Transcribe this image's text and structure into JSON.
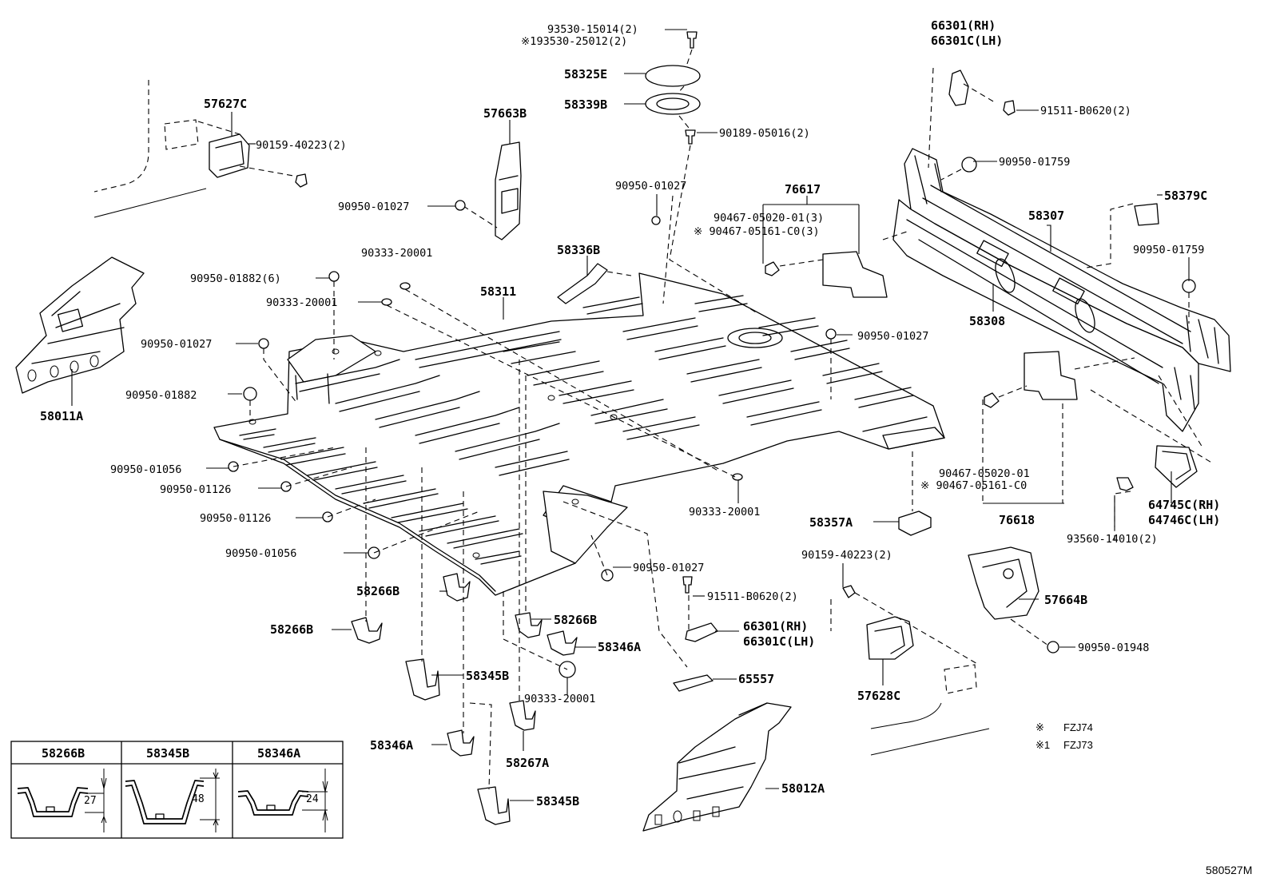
{
  "diagram": {
    "figure_code": "580527M",
    "notes": [
      {
        "mark": "※",
        "text": "FZJ74"
      },
      {
        "mark": "※1",
        "text": "FZJ73"
      }
    ],
    "labels": {
      "p93530_15014": "93530-15014(2)",
      "p93530_25012": "※193530-25012(2)",
      "p58325e": "58325E",
      "p58339b": "58339B",
      "p90189": "90189-05016(2)",
      "p66301_rh_top": "66301(RH)",
      "p66301c_lh_top": "66301C(LH)",
      "p91511_top": "91511-B0620(2)",
      "p90950_01759_a": "90950-01759",
      "p58379c": "58379C",
      "p58307": "58307",
      "p90950_01759_b": "90950-01759",
      "p58308": "58308",
      "p57627c": "57627C",
      "p90159_40223_a": "90159-40223(2)",
      "p57663b": "57663B",
      "p90950_01027_a": "90950-01027",
      "p90950_01027_b": "90950-01027",
      "p76617": "76617",
      "p90467_a1": "90467-05020-01(3)",
      "p90467_a2": "※ 90467-05161-C0(3)",
      "p90333_a": "90333-20001",
      "p58336b": "58336B",
      "p90950_01882_6": "90950-01882(6)",
      "p90333_b": "90333-20001",
      "p58311": "58311",
      "p58011a": "58011A",
      "p90950_01027_c": "90950-01027",
      "p90950_01882": "90950-01882",
      "p90950_01027_d": "90950-01027",
      "p90950_01056_a": "90950-01056",
      "p90950_01126_a": "90950-01126",
      "p90950_01126_b": "90950-01126",
      "p90333_c": "90333-20001",
      "p90950_01056_b": "90950-01056",
      "p58357a": "58357A",
      "p90467_b1": "90467-05020-01",
      "p90467_b2": "※ 90467-05161-C0",
      "p76618": "76618",
      "p64745c": "64745C(RH)",
      "p64746c": "64746C(LH)",
      "p93560": "93560-14010(2)",
      "p90159_40223_b": "90159-40223(2)",
      "p90950_01027_e": "90950-01027",
      "p91511_b": "91511-B0620(2)",
      "p58266b_a": "58266B",
      "p58266b_b": "58266B",
      "p58266b_c": "58266B",
      "p66301_rh": "66301(RH)",
      "p66301c_lh": "66301C(LH)",
      "p58346a_a": "58346A",
      "p57664b": "57664B",
      "p90950_01948": "90950-01948",
      "p58345b_a": "58345B",
      "p90333_d": "90333-20001",
      "p65557": "65557",
      "p57628c": "57628C",
      "p58346a_b": "58346A",
      "p58267a": "58267A",
      "p58012a": "58012A",
      "p58345b_b": "58345B"
    },
    "table": {
      "headers": [
        "58266B",
        "58345B",
        "58346A"
      ],
      "dimensions": [
        "27",
        "48",
        "24"
      ]
    }
  }
}
